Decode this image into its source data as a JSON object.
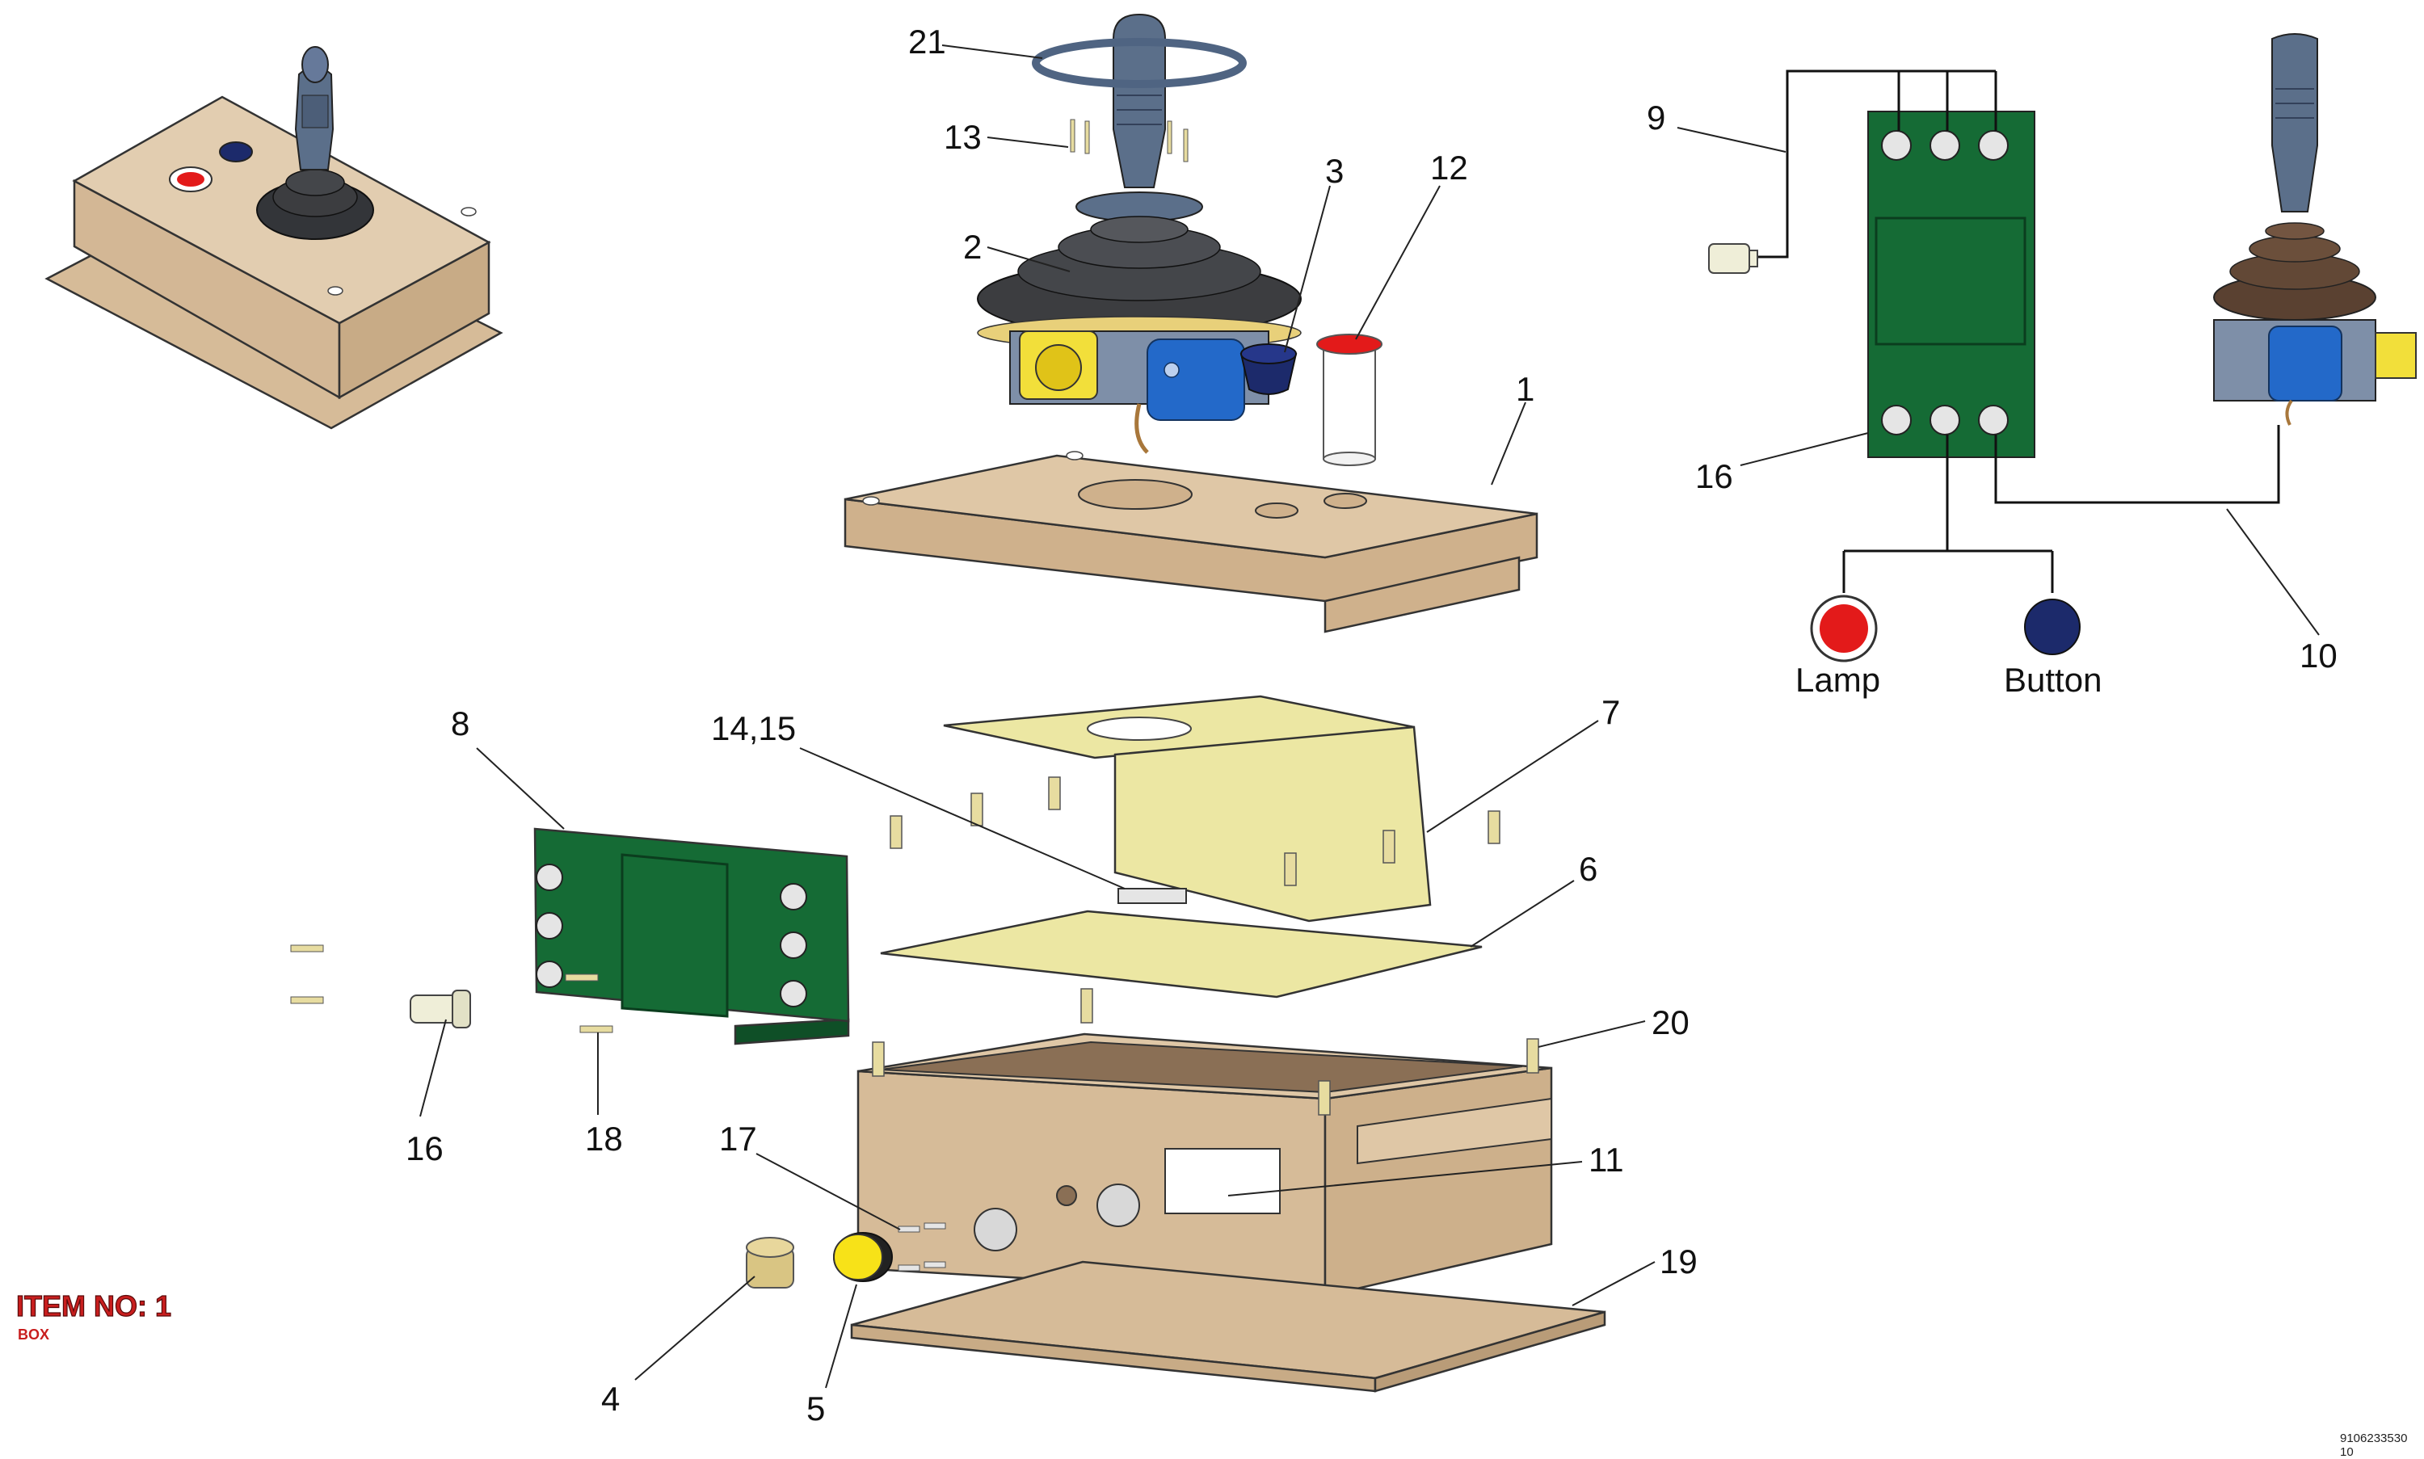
{
  "title": "ITEM NO: 1",
  "subtitle": "BOX",
  "drawing_number": "9106233530 10",
  "colors": {
    "housing": "#d6bb98",
    "pcb_green": "#156b35",
    "bracket_yellow": "#ece7a3",
    "joystick_gray": "#5b6f8a",
    "boot_dark": "#3c3d40",
    "boot_brown": "#5a4131",
    "lamp_red": "#e31a1a",
    "button_navy": "#1c2a6b",
    "plug_yellow": "#f7e218",
    "brass": "#d9c583"
  },
  "callouts": [
    {
      "id": "1",
      "label": "1"
    },
    {
      "id": "2",
      "label": "2"
    },
    {
      "id": "3",
      "label": "3"
    },
    {
      "id": "4",
      "label": "4"
    },
    {
      "id": "5",
      "label": "5"
    },
    {
      "id": "6",
      "label": "6"
    },
    {
      "id": "7",
      "label": "7"
    },
    {
      "id": "8",
      "label": "8"
    },
    {
      "id": "9",
      "label": "9"
    },
    {
      "id": "10",
      "label": "10"
    },
    {
      "id": "11",
      "label": "11"
    },
    {
      "id": "12",
      "label": "12"
    },
    {
      "id": "13",
      "label": "13"
    },
    {
      "id": "14-15",
      "label": "14,15"
    },
    {
      "id": "16-top",
      "label": "16"
    },
    {
      "id": "16-bottom",
      "label": "16"
    },
    {
      "id": "17",
      "label": "17"
    },
    {
      "id": "18",
      "label": "18"
    },
    {
      "id": "19",
      "label": "19"
    },
    {
      "id": "20",
      "label": "20"
    },
    {
      "id": "21",
      "label": "21"
    }
  ],
  "legend": {
    "lamp": "Lamp",
    "button": "Button"
  }
}
